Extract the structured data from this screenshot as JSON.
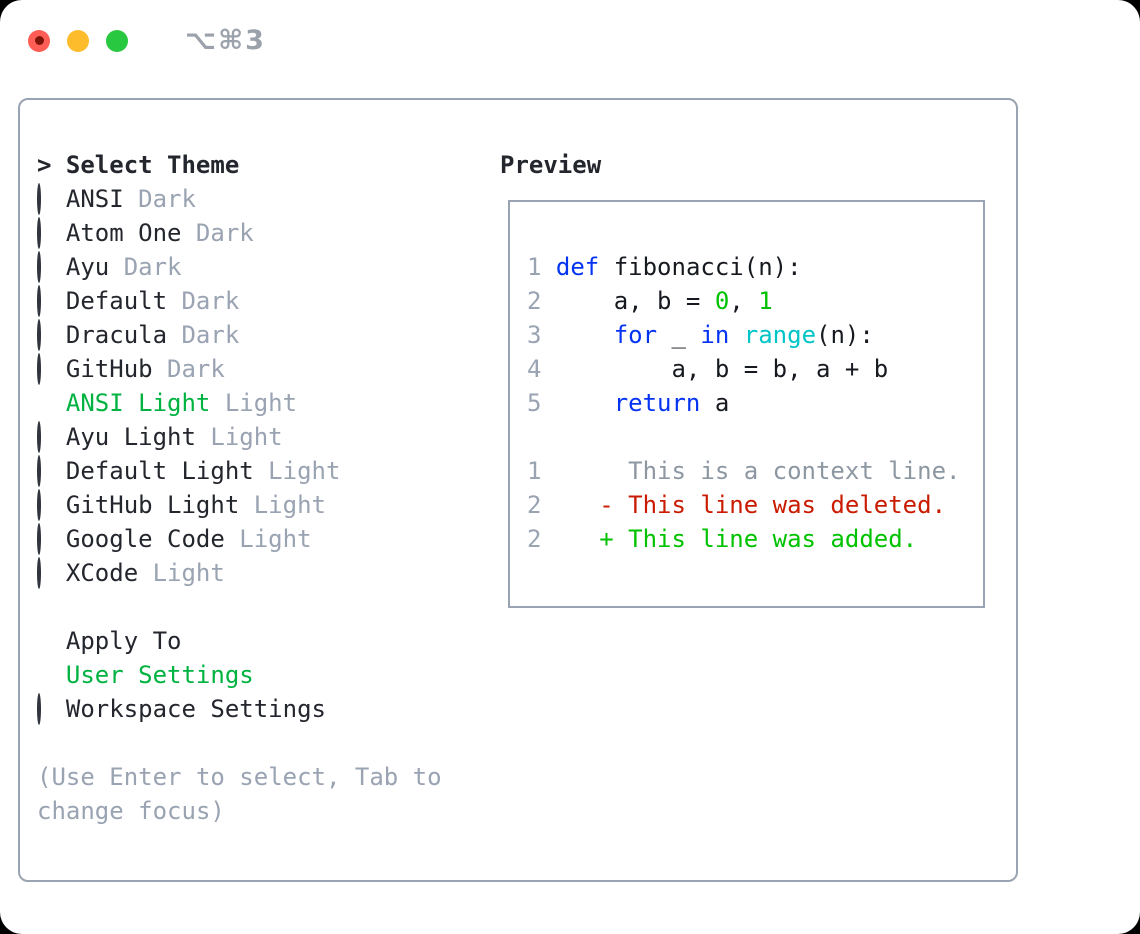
{
  "colors": {
    "accent_green": "#00b341",
    "code_green": "#00c200",
    "keyword_blue": "#0433f2",
    "builtin_cyan": "#00c5c7",
    "deleted_red": "#c91b00",
    "muted_gray": "#99a3b2",
    "text_dark": "#23262d",
    "border_gray": "#9aa3b2",
    "tl_red": "#ff5d55",
    "tl_yellow": "#fdbc2c",
    "tl_green": "#28c840"
  },
  "window": {
    "shortcut_label": "⌥⌘3"
  },
  "theme_picker": {
    "prompt": ">",
    "title": "Select Theme",
    "items": [
      {
        "label": "ANSI",
        "badge": "Dark",
        "selected": false
      },
      {
        "label": "Atom One",
        "badge": "Dark",
        "selected": false
      },
      {
        "label": "Ayu",
        "badge": "Dark",
        "selected": false
      },
      {
        "label": "Default",
        "badge": "Dark",
        "selected": false
      },
      {
        "label": "Dracula",
        "badge": "Dark",
        "selected": false
      },
      {
        "label": "GitHub",
        "badge": "Dark",
        "selected": false
      },
      {
        "label": "ANSI Light",
        "badge": "Light",
        "selected": true
      },
      {
        "label": "Ayu Light",
        "badge": "Light",
        "selected": false
      },
      {
        "label": "Default Light",
        "badge": "Light",
        "selected": false
      },
      {
        "label": "GitHub Light",
        "badge": "Light",
        "selected": false
      },
      {
        "label": "Google Code",
        "badge": "Light",
        "selected": false
      },
      {
        "label": "XCode",
        "badge": "Light",
        "selected": false
      }
    ],
    "apply_to": {
      "title": "Apply To",
      "options": [
        {
          "label": "User Settings",
          "selected": true
        },
        {
          "label": "Workspace Settings",
          "selected": false
        }
      ]
    },
    "hint_line1": "(Use Enter to select, Tab to",
    "hint_line2": "change focus)"
  },
  "preview": {
    "title": "Preview",
    "code_lines": [
      {
        "num": "1",
        "tokens": [
          {
            "text": "def",
            "cls": "kw"
          },
          {
            "text": " fibonacci(n):",
            "cls": "pl"
          }
        ]
      },
      {
        "num": "2",
        "tokens": [
          {
            "text": "    a, b = ",
            "cls": "pl"
          },
          {
            "text": "0",
            "cls": "num"
          },
          {
            "text": ", ",
            "cls": "pl"
          },
          {
            "text": "1",
            "cls": "num"
          }
        ]
      },
      {
        "num": "3",
        "tokens": [
          {
            "text": "    ",
            "cls": "pl"
          },
          {
            "text": "for",
            "cls": "kw"
          },
          {
            "text": " _ ",
            "cls": "pl"
          },
          {
            "text": "in",
            "cls": "kw"
          },
          {
            "text": " ",
            "cls": "pl"
          },
          {
            "text": "range",
            "cls": "cy"
          },
          {
            "text": "(n):",
            "cls": "pl"
          }
        ]
      },
      {
        "num": "4",
        "tokens": [
          {
            "text": "        a, b = b, a + b",
            "cls": "pl"
          }
        ]
      },
      {
        "num": "5",
        "tokens": [
          {
            "text": "    ",
            "cls": "pl"
          },
          {
            "text": "return",
            "cls": "kw"
          },
          {
            "text": " a",
            "cls": "pl"
          }
        ]
      }
    ],
    "diff_lines": [
      {
        "num": "1",
        "body": "     This is a context line.",
        "kind": "context"
      },
      {
        "num": "2",
        "body": "   - This line was deleted.",
        "kind": "deleted"
      },
      {
        "num": "2",
        "body": "   + This line was added.",
        "kind": "added"
      }
    ]
  }
}
